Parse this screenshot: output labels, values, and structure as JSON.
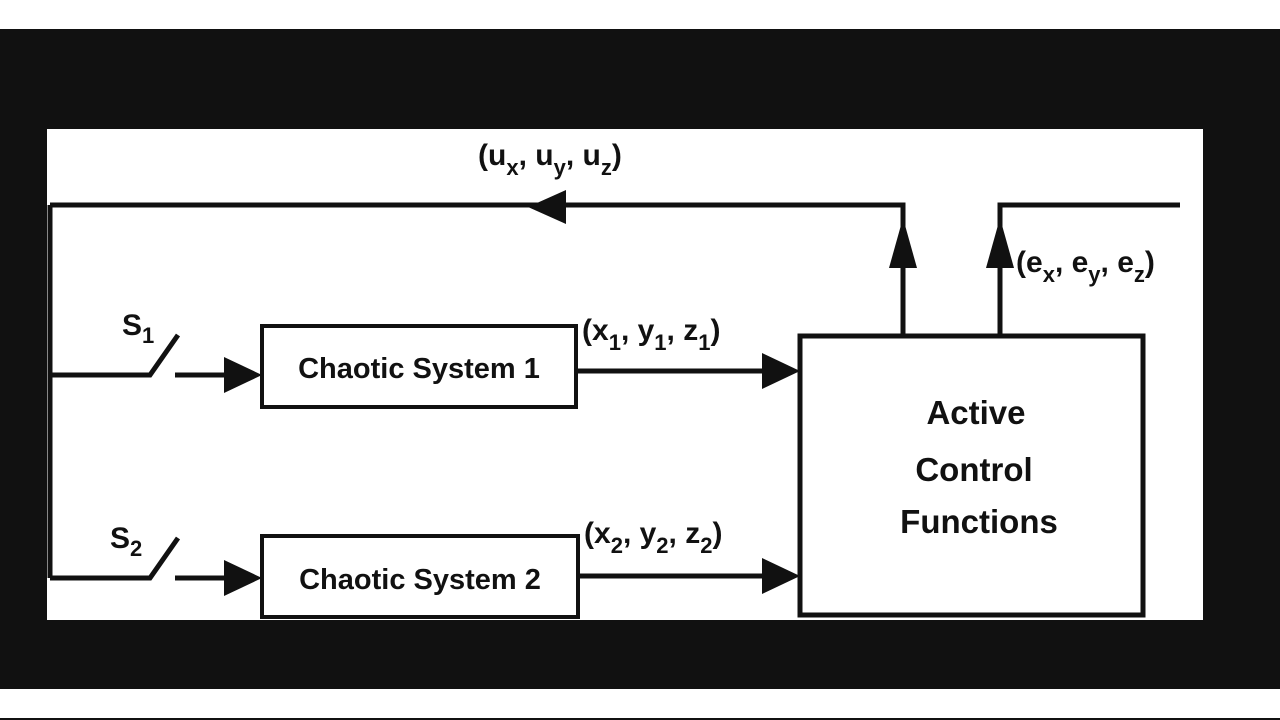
{
  "diagram": {
    "feedback_label": {
      "main": "(u",
      "subs": [
        "x",
        "y",
        "z"
      ],
      "sep": ", u",
      "close": ")"
    },
    "error_label": {
      "main": "(e",
      "subs": [
        "x",
        "y",
        "z"
      ],
      "sep": ", e",
      "close": ")"
    },
    "switch1": {
      "letter": "S",
      "sub": "1"
    },
    "switch2": {
      "letter": "S",
      "sub": "2"
    },
    "system1": "Chaotic System 1",
    "system2": "Chaotic System 2",
    "out1": {
      "subs": "1"
    },
    "out2": {
      "subs": "2"
    },
    "controller": [
      "Active",
      "Control",
      "Functions"
    ]
  },
  "colors": {
    "background": "#111111",
    "panel": "#ffffff",
    "ink": "#111111"
  }
}
